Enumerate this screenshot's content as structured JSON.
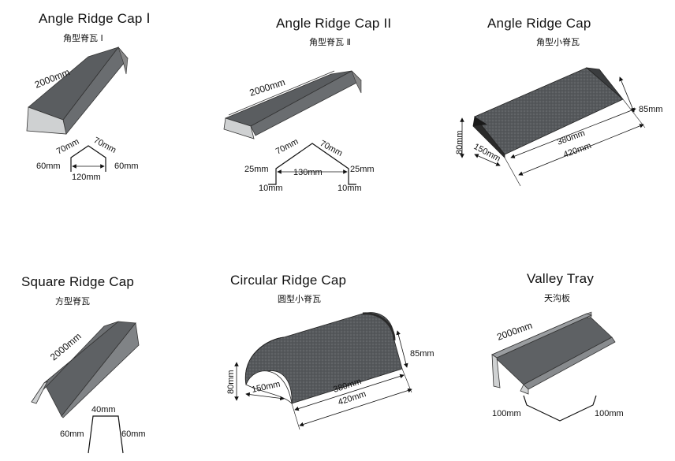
{
  "products": [
    {
      "title": "Angle Ridge Cap Ⅰ",
      "subtitle": "角型脊瓦 Ⅰ",
      "dims": {
        "length": "2000mm",
        "top_left": "70mm",
        "top_right": "70mm",
        "side_left": "60mm",
        "side_right": "60mm",
        "base": "120mm"
      }
    },
    {
      "title": "Angle Ridge Cap II",
      "subtitle": "角型脊瓦 Ⅱ",
      "dims": {
        "length": "2000mm",
        "top_left": "70mm",
        "top_right": "70mm",
        "side_left": "25mm",
        "side_right": "25mm",
        "base": "130mm",
        "foot_left": "10mm",
        "foot_right": "10mm"
      }
    },
    {
      "title": "Angle Ridge Cap",
      "subtitle": "角型小脊瓦",
      "dims": {
        "height": "80mm",
        "depth": "150mm",
        "inner_length": "380mm",
        "outer_length": "420mm",
        "end_height": "85mm"
      }
    },
    {
      "title": "Square Ridge Cap",
      "subtitle": "方型脊瓦",
      "dims": {
        "length": "2000mm",
        "top": "40mm",
        "side_left": "60mm",
        "side_right": "60mm"
      }
    },
    {
      "title": "Circular Ridge Cap",
      "subtitle": "圆型小脊瓦",
      "dims": {
        "height": "80mm",
        "depth": "150mm",
        "inner_length": "380mm",
        "outer_length": "420mm",
        "end_height": "85mm"
      }
    },
    {
      "title": "Valley Tray",
      "subtitle": "天沟板",
      "dims": {
        "length": "2000mm",
        "flange_left": "100mm",
        "flange_right": "100mm"
      }
    }
  ]
}
